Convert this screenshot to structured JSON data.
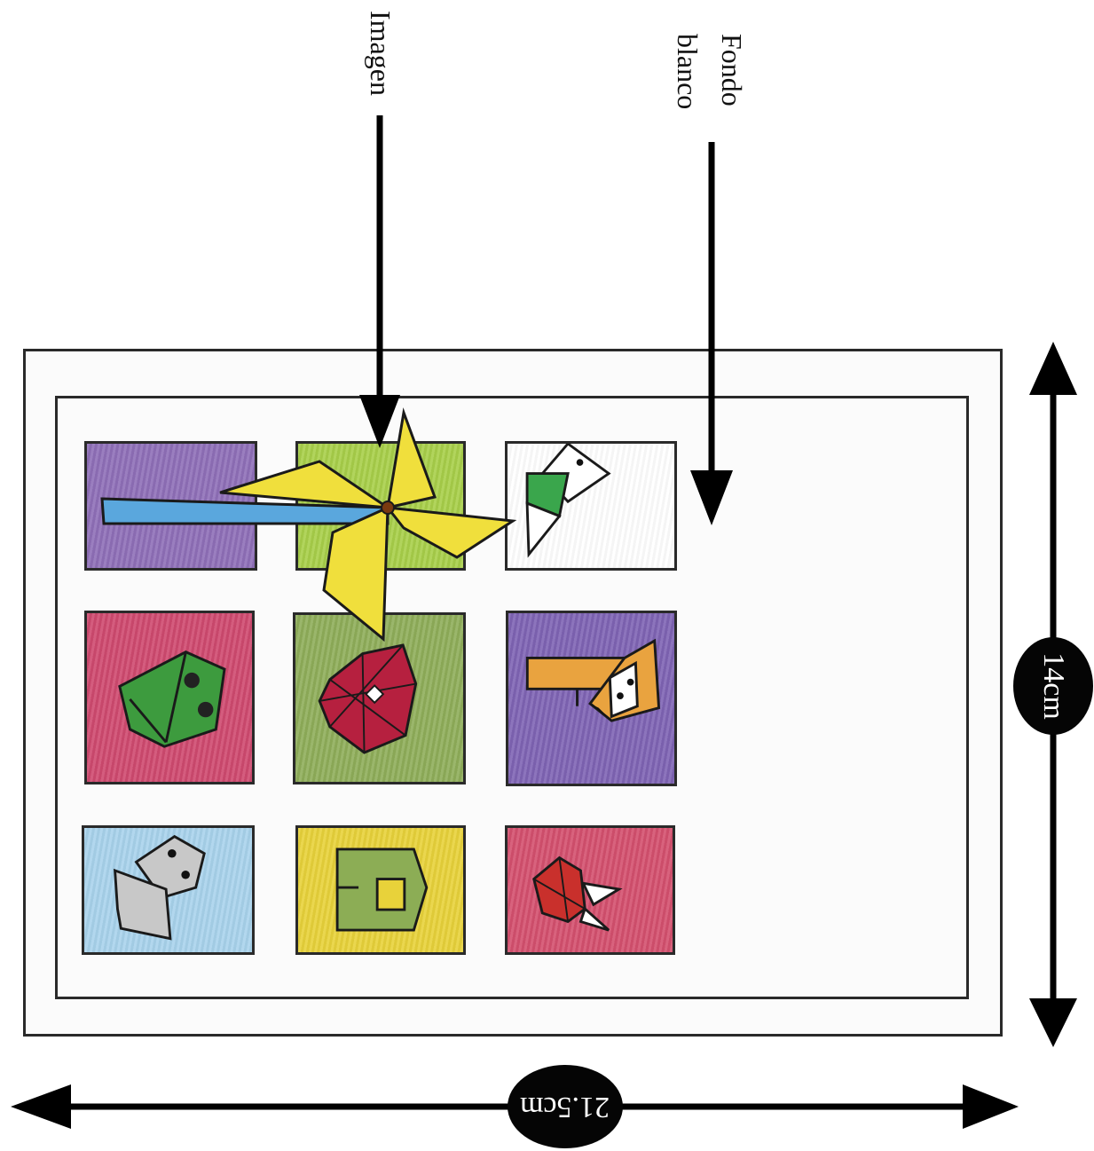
{
  "labels": {
    "imagen": "Imagen",
    "fondo_line1": "Fondo",
    "fondo_line2": "blanco"
  },
  "dimensions": {
    "height": "14cm",
    "width": "21.5cm"
  },
  "tiles": [
    {
      "row": 1,
      "col": 1,
      "background": "#8f6fb8",
      "icon": "purple-plain-icon"
    },
    {
      "row": 1,
      "col": 2,
      "background": "#a8cf4a",
      "icon": "pinwheel-icon"
    },
    {
      "row": 1,
      "col": 3,
      "background": "#ffffff",
      "icon": "origami-bird-icon"
    },
    {
      "row": 2,
      "col": 1,
      "background": "#cf4a6f",
      "icon": "origami-frog-icon"
    },
    {
      "row": 2,
      "col": 2,
      "background": "#8fae5a",
      "icon": "origami-flower-icon"
    },
    {
      "row": 2,
      "col": 3,
      "background": "#7f64b4",
      "icon": "origami-fox-icon"
    },
    {
      "row": 3,
      "col": 1,
      "background": "#a9d3ec",
      "icon": "origami-koala-icon"
    },
    {
      "row": 3,
      "col": 2,
      "background": "#e8d23a",
      "icon": "origami-letter-icon"
    },
    {
      "row": 3,
      "col": 3,
      "background": "#d4506e",
      "icon": "origami-rabbit-icon"
    }
  ],
  "colors": {
    "pinwheel_yellow": "#f0df3c",
    "stick_blue": "#5aa7dd",
    "outline": "#1a1a1a"
  }
}
